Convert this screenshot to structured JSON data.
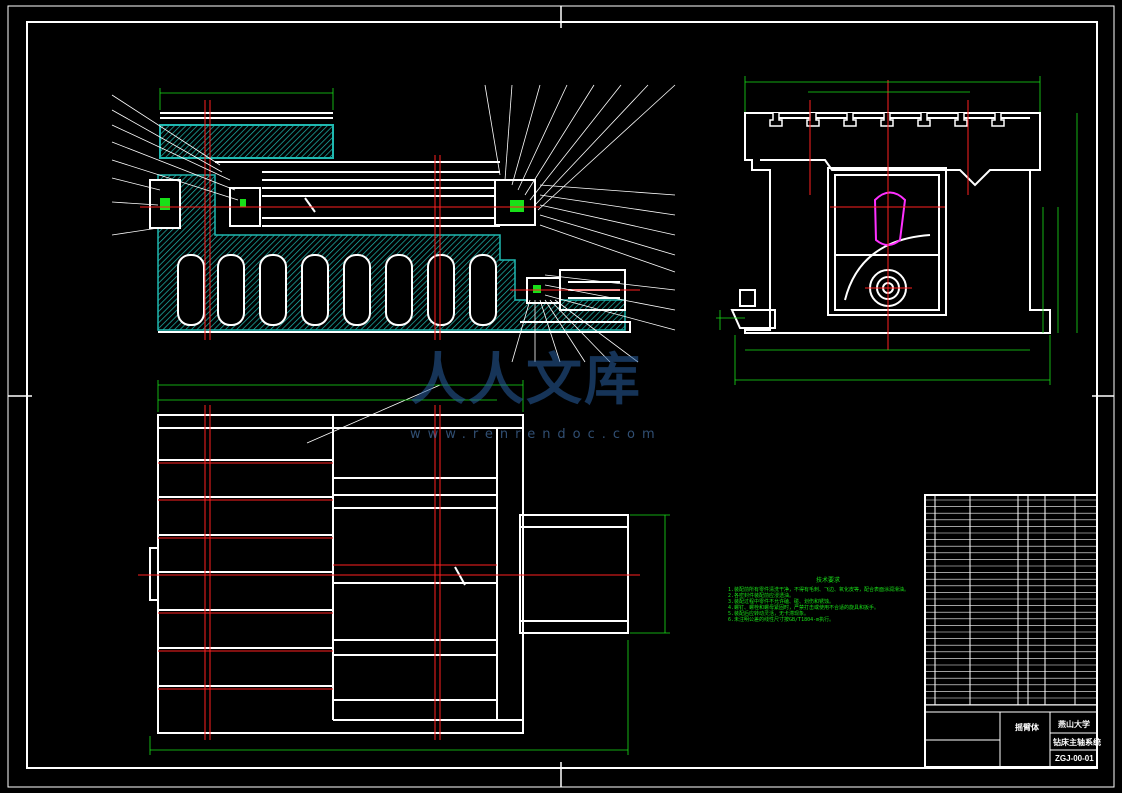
{
  "drawing": {
    "title_block": {
      "school": "燕山大学",
      "part_name": "摇臂体",
      "subtitle": "钻床主轴系统",
      "drawing_no": "ZGJ-00-01"
    },
    "notes_title": "技术要求",
    "notes": [
      "1.装配前所有零件清洗干净，不得有毛刺、飞边、氧化皮等，配合表面涂润滑油。",
      "2.各密封件装配前应浸透油。",
      "3.装配过程中零件不允许磕、碰、划伤和锈蚀。",
      "4.螺钉、螺栓和螺母紧固时，严禁打击或使用不合适的旋具和扳手。",
      "5.装配后应转动灵活，无卡滞现象。",
      "6.未注明公差的线性尺寸按GB/T1804-m执行。"
    ],
    "watermark": {
      "brand": "人人文库",
      "url": "www.renrendoc.com"
    },
    "colors": {
      "background": "#000000",
      "outline": "#ffffff",
      "hatch": "#1fb8b0",
      "centerline": "#ff2020",
      "dimension": "#18e018",
      "belt": "#ff30ff"
    }
  }
}
